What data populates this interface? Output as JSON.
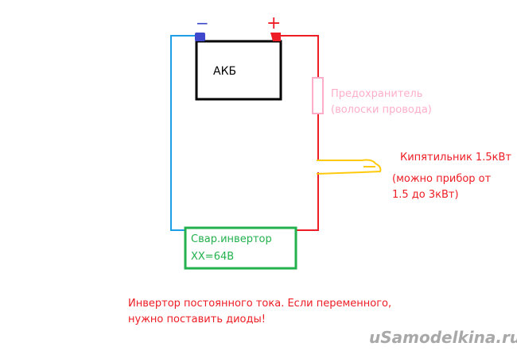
{
  "battery": {
    "label": "АКБ",
    "minus": "−",
    "plus": "+"
  },
  "fuse": {
    "line1": "Предохранитель",
    "line2": "(волоски провода)"
  },
  "heater": {
    "line1": "Кипятильник 1.5кВт",
    "line2": "(можно прибор от",
    "line3": "1.5 до 3кВт)"
  },
  "welder": {
    "line1": "Свар.инвертор",
    "line2": "ХХ=64В"
  },
  "note": {
    "line1": "Инвертор постоянного тока. Если переменного,",
    "line2": "нужно поставить диоды!"
  },
  "watermark": "uSamodelkina.ru",
  "colors": {
    "negative": "#1e9ee6",
    "positive": "#ee1c24",
    "fuse": "#ffaec9",
    "heater": "#ffc90e",
    "welder": "#22b14c",
    "terminal_neg": "#3f48cc"
  }
}
